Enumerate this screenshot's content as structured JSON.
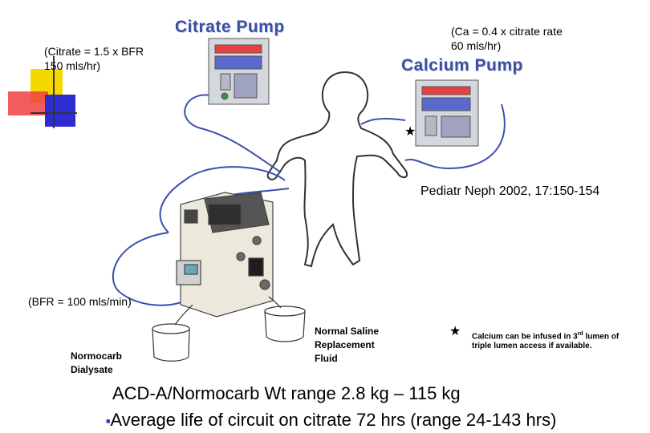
{
  "citrate_pump": {
    "title": "Citrate Pump",
    "formula": "(Citrate = 1.5 x BFR\n150 mls/hr)"
  },
  "calcium_pump": {
    "title": "Calcium Pump",
    "formula": "(Ca = 0.4 x citrate rate\n60 mls/hr)"
  },
  "reference": "Pediatr Neph 2002, 17:150-154",
  "bfr_label": "(BFR = 100 mls/min)",
  "dialysate_label": "Normocarb\nDialysate",
  "replacement_label": "Normal Saline\nReplacement\nFluid",
  "calcium_note": {
    "star": "★",
    "text_a": "Calcium can be infused in 3",
    "superscript": "rd",
    "text_b": "lumen of triple lumen access if available."
  },
  "bullet_1": "ACD-A/Normocarb Wt range 2.8 kg – 115 kg",
  "bullet_2_marker": "■",
  "bullet_2": "Average life of circuit on citrate 72 hrs (range 24-143 hrs)",
  "colors": {
    "accent_yellow": "#f5d800",
    "accent_red": "#f02828",
    "accent_blue": "#2c2cd0",
    "tubing_blue": "#3b4fb0",
    "pump_title": "#3a4fa0"
  }
}
